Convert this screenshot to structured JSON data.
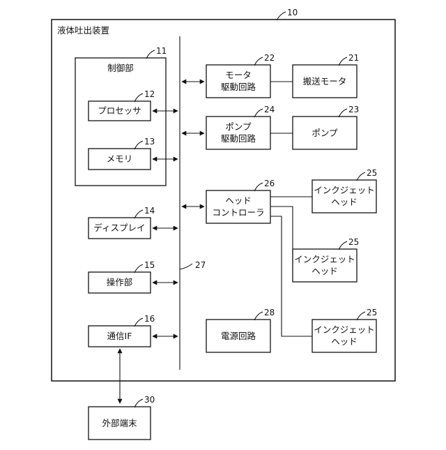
{
  "refs": {
    "device": "10",
    "control": "11",
    "processor": "12",
    "memory": "13",
    "display": "14",
    "operation": "15",
    "comm": "16",
    "transport_motor": "21",
    "motor_drive": "22",
    "pump": "23",
    "pump_drive": "24",
    "inkjet_head": "25",
    "head_controller": "26",
    "bus": "27",
    "power": "28",
    "external_terminal": "30"
  },
  "labels": {
    "device": "液体吐出装置",
    "control": "制御部",
    "processor": "プロセッサ",
    "memory": "メモリ",
    "display": "ディスプレイ",
    "operation": "操作部",
    "comm": "通信IF",
    "motor_drive": [
      "モータ",
      "駆動回路"
    ],
    "transport_motor": "搬送モータ",
    "pump_drive": [
      "ポンプ",
      "駆動回路"
    ],
    "pump": "ポンプ",
    "head_controller": [
      "ヘッド",
      "コントローラ"
    ],
    "inkjet_head": [
      "インクジェット",
      "ヘッド"
    ],
    "power": "電源回路",
    "external_terminal": "外部端末"
  }
}
